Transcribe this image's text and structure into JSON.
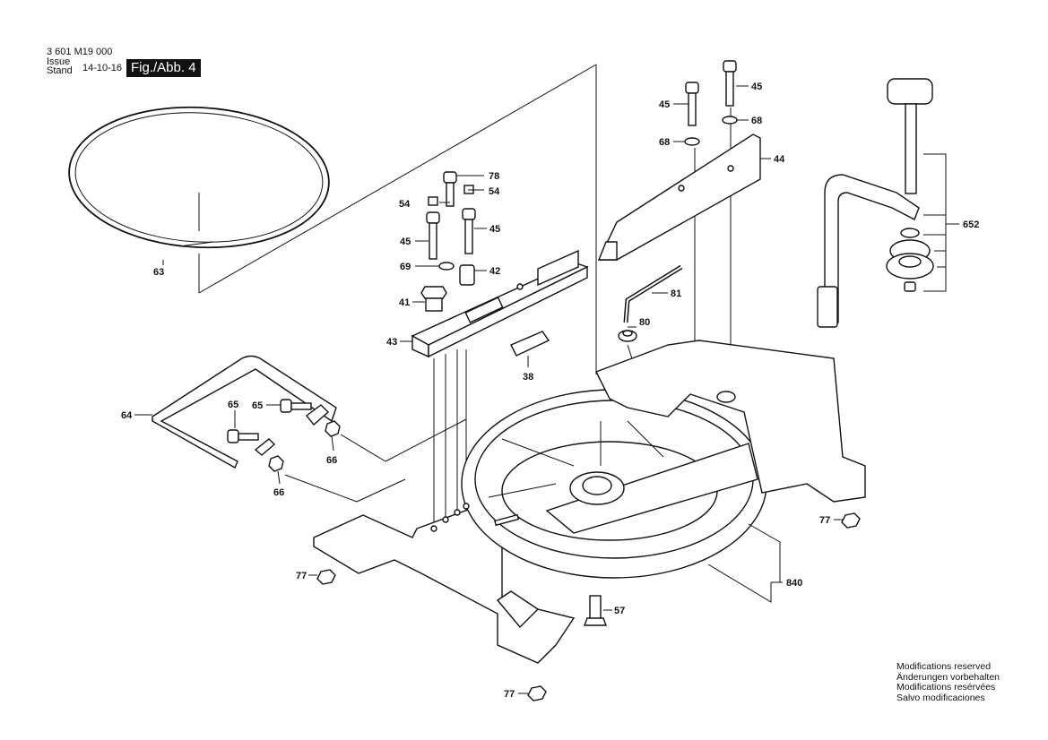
{
  "header": {
    "doc_number": "3 601 M19 000",
    "issue_label": "Issue",
    "stand_label": "Stand",
    "date": "14-10-16",
    "figure_label": "Fig./Abb. 4"
  },
  "callouts": {
    "c63": "63",
    "c78": "78",
    "c54a": "54",
    "c54b": "54",
    "c45a": "45",
    "c45b": "45",
    "c45c": "45",
    "c45d": "45",
    "c69": "69",
    "c42": "42",
    "c41": "41",
    "c43": "43",
    "c38": "38",
    "c68a": "68",
    "c68b": "68",
    "c44": "44",
    "c81": "81",
    "c80": "80",
    "c652": "652",
    "c64": "64",
    "c65a": "65",
    "c65b": "65",
    "c66a": "66",
    "c66b": "66",
    "c77a": "77",
    "c77b": "77",
    "c77c": "77",
    "c57": "57",
    "c840": "840"
  },
  "footer": {
    "line1": "Modifications reserved",
    "line2": "Änderungen vorbehalten",
    "line3": "Modifications resérvées",
    "line4": "Salvo modificaciones"
  }
}
